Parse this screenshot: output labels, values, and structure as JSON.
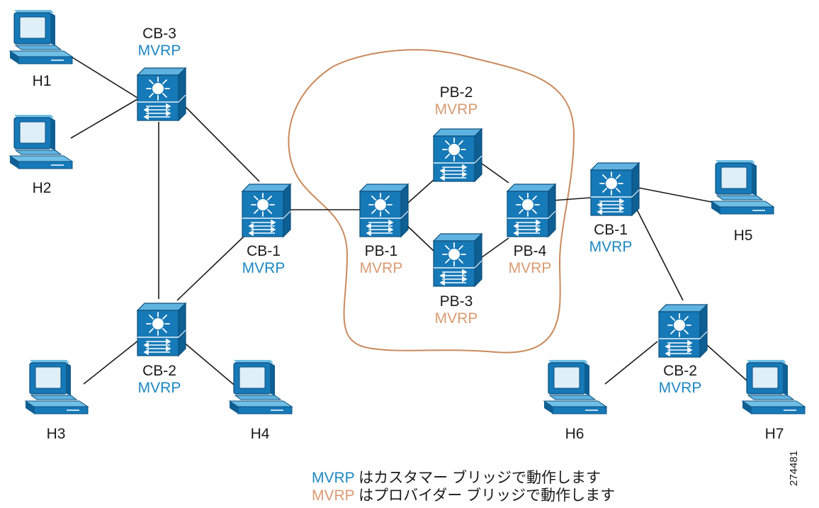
{
  "nodes": {
    "cb3_left": {
      "name": "CB-3",
      "protocol": "MVRP"
    },
    "cb1_left": {
      "name": "CB-1",
      "protocol": "MVRP"
    },
    "cb2_left": {
      "name": "CB-2",
      "protocol": "MVRP"
    },
    "pb1": {
      "name": "PB-1",
      "protocol": "MVRP"
    },
    "pb2": {
      "name": "PB-2",
      "protocol": "MVRP"
    },
    "pb3": {
      "name": "PB-3",
      "protocol": "MVRP"
    },
    "pb4": {
      "name": "PB-4",
      "protocol": "MVRP"
    },
    "cb1_right": {
      "name": "CB-1",
      "protocol": "MVRP"
    },
    "cb2_right": {
      "name": "CB-2",
      "protocol": "MVRP"
    }
  },
  "hosts": [
    "H1",
    "H2",
    "H3",
    "H4",
    "H5",
    "H6",
    "H7"
  ],
  "legend": {
    "customer": {
      "protocol": "MVRP",
      "text": "はカスタマー ブリッジで動作します"
    },
    "provider": {
      "protocol": "MVRP",
      "text": "はプロバイダー ブリッジで動作します"
    }
  },
  "figure_id": "274481",
  "colors": {
    "customer": "#1d87c2",
    "provider": "#d99a72",
    "device": "#1679b8",
    "cloud_outline": "#c98a5e"
  }
}
